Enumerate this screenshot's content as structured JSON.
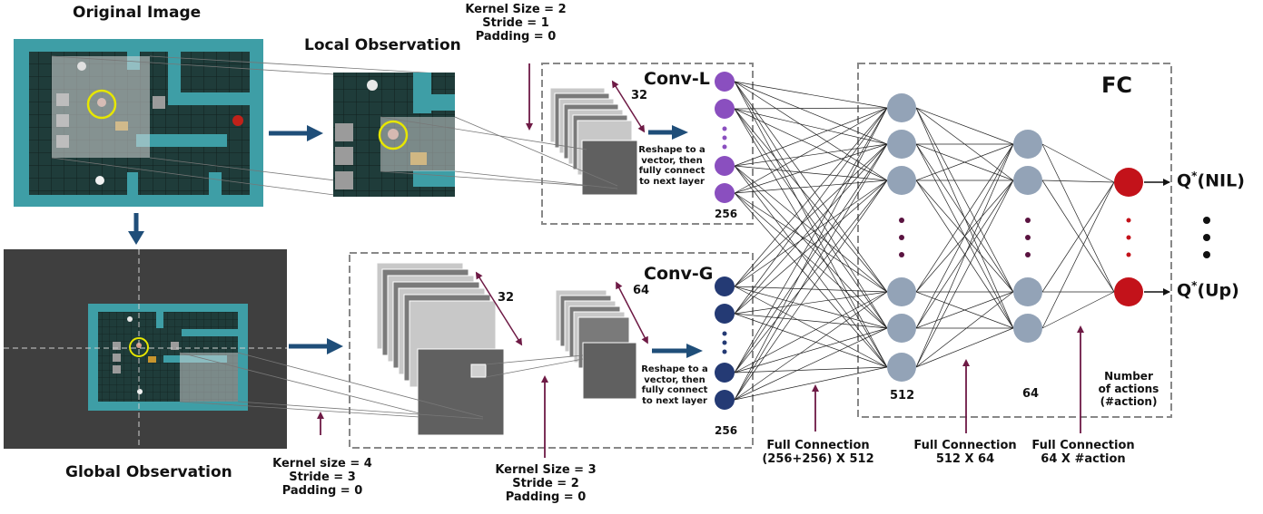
{
  "labels": {
    "original_image": "Original Image",
    "local_observation": "Local Observation",
    "global_observation": "Global Observation",
    "conv_l": "Conv-L",
    "conv_g": "Conv-G",
    "fc": "FC",
    "kernel_local_1": "Kernel Size = 2",
    "kernel_local_2": "Stride = 1",
    "kernel_local_3": "Padding = 0",
    "kernel_global_1": "Kernel size = 4",
    "kernel_global_2": "Stride = 3",
    "kernel_global_3": "Padding = 0",
    "kernel_g2_1": "Kernel Size = 3",
    "kernel_g2_2": "Stride = 2",
    "kernel_g2_3": "Padding = 0",
    "reshape_1": "Reshape to a",
    "reshape_2": "vector, then",
    "reshape_3": "fully connect",
    "reshape_4": "to next layer",
    "ch32_local": "32",
    "ch32_global": "32",
    "ch64_global": "64",
    "n256_local": "256",
    "n256_global": "256",
    "n512": "512",
    "n64": "64",
    "num_actions_1": "Number",
    "num_actions_2": "of actions",
    "num_actions_3": "(#action)",
    "fc1_1": "Full Connection",
    "fc1_2": "(256+256) X 512",
    "fc2_1": "Full Connection",
    "fc2_2": "512 X 64",
    "fc3_1": "Full Connection",
    "fc3_2": "64 X #action",
    "q_nil": "Q*(NIL)",
    "q_up": "Q*(Up)",
    "q_nil_base": "Q",
    "q_nil_sup": "*",
    "q_nil_rest": "(NIL)",
    "q_up_base": "Q",
    "q_up_sup": "*",
    "q_up_rest": "(Up)"
  },
  "colors": {
    "conv_l_node": "#8a4fbf",
    "conv_g_node": "#243a74",
    "hidden_node": "#93a3b7",
    "output_node": "#c3121a",
    "arrow": "#1f4e79",
    "tick": "#6e1a45",
    "game_wall": "#3e9ea6",
    "game_floor": "#1f3c3a"
  }
}
